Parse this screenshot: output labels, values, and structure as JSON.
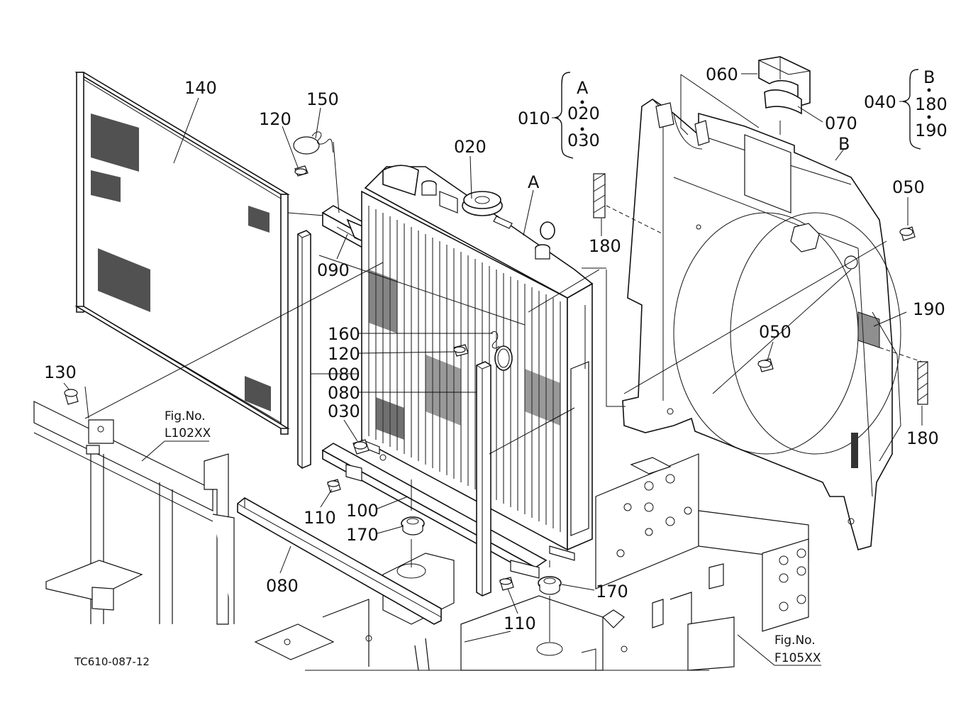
{
  "diagram": {
    "drawing_code": "TC610-087-12",
    "callouts": {
      "p140": "140",
      "p150": "150",
      "p120_top": "120",
      "p020": "020",
      "pA": "A",
      "p010": "010",
      "p010_A": "A",
      "p010_020": "020",
      "p010_030": "030",
      "p060": "060",
      "p070": "070",
      "pB": "B",
      "p040": "040",
      "p040_B": "B",
      "p040_180": "180",
      "p040_190": "190",
      "p050_top": "050",
      "p180_top": "180",
      "p090": "090",
      "p190": "190",
      "p050_mid": "050",
      "p160": "160",
      "p120_mid": "120",
      "p130": "130",
      "p080_a": "080",
      "p080_b": "080",
      "p030": "030",
      "p180_right": "180",
      "p110_left": "110",
      "p100": "100",
      "p170_left": "170",
      "p080_bottom": "080",
      "p170_right": "170",
      "p110_bottom": "110"
    },
    "refs": {
      "left_fig": "Fig.No.",
      "left_ref": "L102XX",
      "right_fig": "Fig.No.",
      "right_ref": "F105XX"
    }
  }
}
